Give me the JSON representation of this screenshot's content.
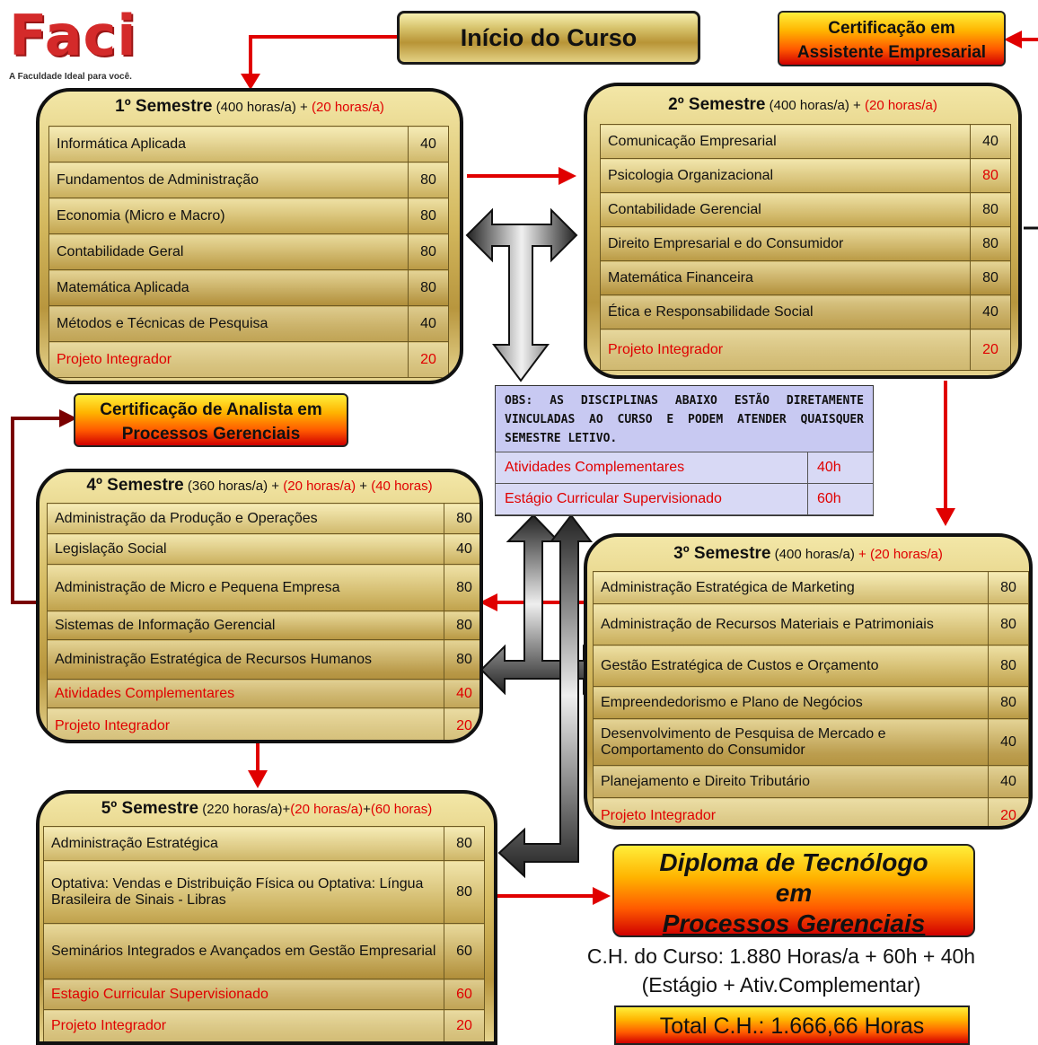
{
  "logo": {
    "word": "Faci",
    "tagline": "A Faculdade Ideal para você."
  },
  "inicio": "Início do Curso",
  "cert_assistente": [
    "Certificação em",
    "Assistente Empresarial"
  ],
  "cert_analista": [
    "Certificação de Analista em",
    "Processos Gerenciais"
  ],
  "sem1": {
    "title": "1º Semestre",
    "hours": "(400 horas/a) +",
    "extra": "(20 horas/a)",
    "rows": [
      {
        "name": "Informática Aplicada",
        "h": "40"
      },
      {
        "name": "Fundamentos de Administração",
        "h": "80"
      },
      {
        "name": "Economia (Micro e Macro)",
        "h": "80"
      },
      {
        "name": "Contabilidade Geral",
        "h": "80"
      },
      {
        "name": "Matemática Aplicada",
        "h": "80"
      },
      {
        "name": "Métodos e Técnicas de Pesquisa",
        "h": "40"
      },
      {
        "name": "Projeto Integrador",
        "h": "20"
      }
    ]
  },
  "sem2": {
    "title": "2º Semestre",
    "hours": "(400 horas/a) +",
    "extra": "(20 horas/a)",
    "rows": [
      {
        "name": "Comunicação Empresarial",
        "h": "40"
      },
      {
        "name": "Psicologia Organizacional",
        "h": "80"
      },
      {
        "name": "Contabilidade Gerencial",
        "h": "80"
      },
      {
        "name": "Direito Empresarial e do Consumidor",
        "h": "80"
      },
      {
        "name": "Matemática Financeira",
        "h": "80"
      },
      {
        "name": "Ética e Responsabilidade Social",
        "h": "40"
      },
      {
        "name": "Projeto Integrador",
        "h": "20"
      }
    ]
  },
  "sem3": {
    "title": "3º Semestre",
    "hours": "(400 horas/a)",
    "extra": "+ (20 horas/a)",
    "rows": [
      {
        "name": "Administração Estratégica de Marketing",
        "h": "80"
      },
      {
        "name": "Administração de Recursos Materiais e Patrimoniais",
        "h": "80"
      },
      {
        "name": "Gestão Estratégica de Custos e Orçamento",
        "h": "80"
      },
      {
        "name": "Empreendedorismo e Plano de Negócios",
        "h": "80"
      },
      {
        "name": "Desenvolvimento de Pesquisa de Mercado e Comportamento do Consumidor",
        "h": "40"
      },
      {
        "name": "Planejamento  e Direito Tributário",
        "h": "40"
      },
      {
        "name": "Projeto Integrador",
        "h": "20"
      }
    ]
  },
  "sem4": {
    "title": "4º Semestre",
    "hours": "(360 horas/a) +",
    "extra": "(20 horas/a)",
    "plus": "+",
    "extra2": "(40 horas)",
    "rows": [
      {
        "name": "Administração da Produção e Operações",
        "h": "80"
      },
      {
        "name": "Legislação Social",
        "h": "40"
      },
      {
        "name": "Administração de Micro e Pequena Empresa",
        "h": "80"
      },
      {
        "name": "Sistemas de Informação Gerencial",
        "h": "80"
      },
      {
        "name": "Administração Estratégica de Recursos Humanos",
        "h": "80"
      },
      {
        "name": "Atividades Complementares",
        "h": "40"
      },
      {
        "name": "Projeto Integrador",
        "h": "20"
      }
    ]
  },
  "sem5": {
    "title": "5º Semestre",
    "hours": "(220 horas/a)+",
    "extra": "(20 horas/a)",
    "plus": "+",
    "extra2": "(60 horas)",
    "rows": [
      {
        "name": "Administração Estratégica",
        "h": "80"
      },
      {
        "name": "Optativa: Vendas e Distribuição Física ou Optativa: Língua Brasileira de Sinais - Libras",
        "h": "80"
      },
      {
        "name": "Seminários Integrados e Avançados em Gestão Empresarial",
        "h": "60"
      },
      {
        "name": "Estagio Curricular Supervisionado",
        "h": "60"
      },
      {
        "name": "Projeto Integrador",
        "h": "20"
      }
    ]
  },
  "obs": {
    "text": "OBS: AS DISCIPLINAS ABAIXO ESTÃO DIRETAMENTE VINCULADAS AO CURSO E PODEM ATENDER QUAISQUER SEMESTRE LETIVO.",
    "rows": [
      {
        "name": "Atividades Complementares",
        "h": "40h"
      },
      {
        "name": "Estágio Curricular Supervisionado",
        "h": "60h"
      }
    ]
  },
  "diploma": [
    "Diploma de Tecnólogo",
    "em",
    "Processos Gerenciais"
  ],
  "ch_line1": "C.H. do Curso: 1.880 Horas/a + 60h + 40h",
  "ch_line2": "(Estágio + Ativ.Complementar)",
  "total": "Total C.H.: 1.666,66 Horas",
  "colors": {
    "red": "#e00000",
    "gold": "#d4b95f",
    "obs_bg": "#c8c9f2"
  }
}
